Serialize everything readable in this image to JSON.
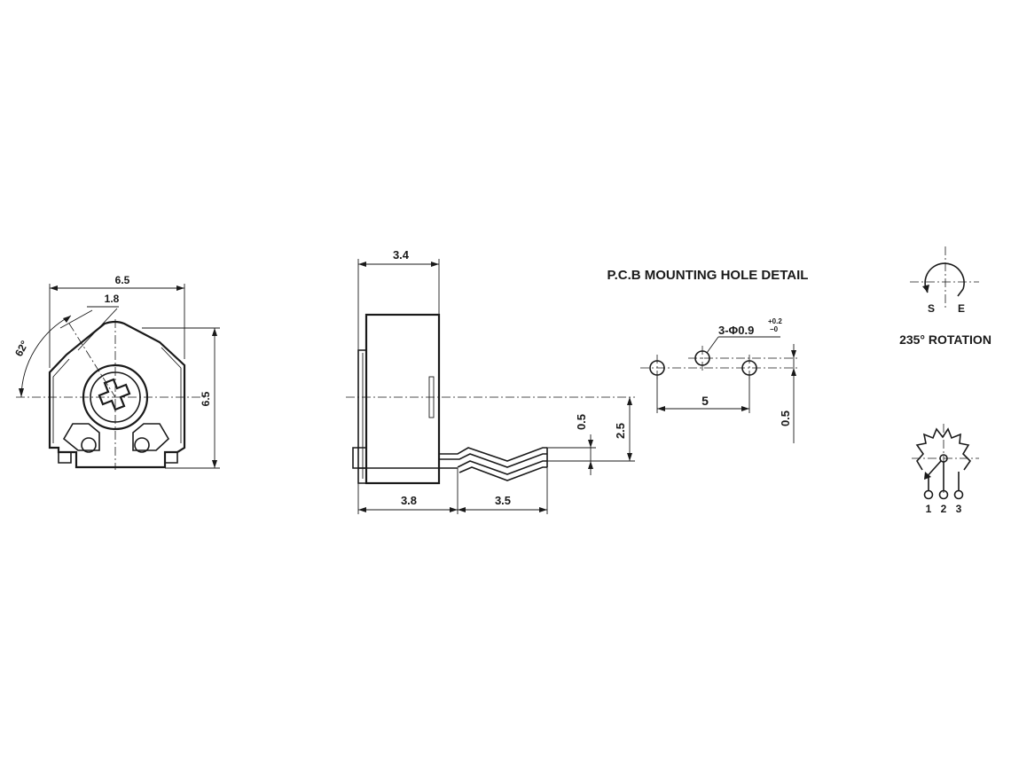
{
  "front_view": {
    "width_label": "6.5",
    "slot_label": "1.8",
    "angle_label": "62°",
    "height_label": "6.5"
  },
  "side_view": {
    "depth_label": "3.4",
    "body_label": "3.8",
    "lead_label": "3.5",
    "lead_gap_label": "0.5",
    "lead_height_label": "2.5"
  },
  "pcb_detail": {
    "title": "P.C.B MOUNTING HOLE DETAIL",
    "hole_label": "3-Φ0.9",
    "tol_plus": "+0.2",
    "tol_minus": "−0",
    "pitch_label": "5",
    "offset_label": "0.5"
  },
  "rotation": {
    "start_label": "S",
    "end_label": "E",
    "caption": "235° ROTATION"
  },
  "schematic": {
    "pins": [
      "1",
      "2",
      "3"
    ]
  }
}
